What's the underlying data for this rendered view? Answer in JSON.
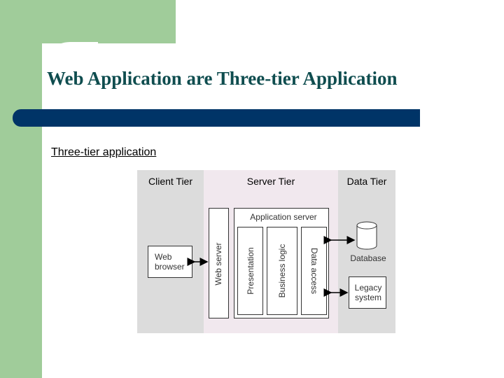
{
  "title": "Web Application are Three-tier Application",
  "subtitle": "Three-tier application",
  "diagram": {
    "tiers": [
      "Client Tier",
      "Server Tier",
      "Data Tier"
    ],
    "web_browser": "Web browser",
    "web_server": "Web server",
    "application_server": "Application server",
    "layers": [
      "Presentation",
      "Business logic",
      "Data access"
    ],
    "database": "Database",
    "legacy_system": "Legacy system"
  },
  "colors": {
    "accent_green": "#a0cc9a",
    "title_bar": "#003467",
    "title_text": "#0f4d4f"
  }
}
